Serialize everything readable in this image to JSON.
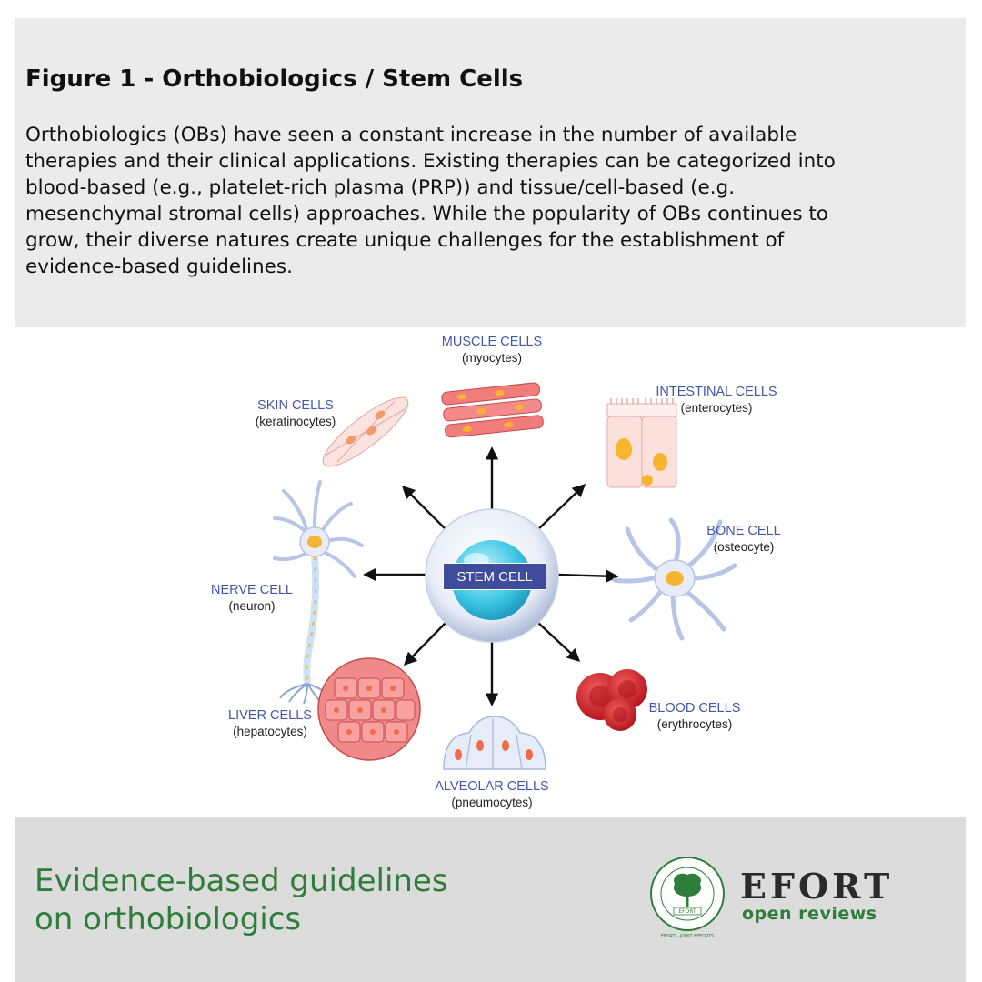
{
  "figure": {
    "title": "Figure 1 - Orthobiologics / Stem Cells",
    "description_lines": [
      "Orthobiologics (OBs) have seen a constant increase in the number of available",
      "therapies and their clinical applications. Existing therapies can be categorized into",
      "blood-based (e.g., platelet-rich plasma (PRP)) and tissue/cell-based (e.g.",
      "mesenchymal stromal cells) approaches. While the popularity of OBs continues to",
      "grow, their diverse natures create unique challenges for the establishment of",
      "evidence-based guidelines."
    ]
  },
  "diagram": {
    "center": "STEM CELL",
    "cells": {
      "muscle": {
        "name": "MUSCLE CELLS",
        "sub": "(myocytes)"
      },
      "skin": {
        "name": "SKIN CELLS",
        "sub": "(keratinocytes)"
      },
      "intestinal": {
        "name": "INTESTINAL CELLS",
        "sub": "(enterocytes)"
      },
      "bone": {
        "name": "BONE CELL",
        "sub": "(osteocyte)"
      },
      "nerve": {
        "name": "NERVE CELL",
        "sub": "(neuron)"
      },
      "liver": {
        "name": "LIVER CELLS",
        "sub": "(hepatocytes)"
      },
      "blood": {
        "name": "BLOOD CELLS",
        "sub": "(erythrocytes)"
      },
      "alveolar": {
        "name": "ALVEOLAR CELLS",
        "sub": "(pneumocytes)"
      }
    },
    "colors": {
      "label_blue": "#4656a8",
      "stem_label_bg": "#3f4c9c",
      "nucleus": "#f5b52e",
      "blood_red": "#c8151b"
    }
  },
  "footer": {
    "tagline_line1": "Evidence-based guidelines",
    "tagline_line2": "on orthobiologics",
    "brand": "EFORT",
    "brand_sub": "open reviews",
    "seal_text": "EFORT",
    "seal_caption": "EFORT - JOINT EFFORTS",
    "accent": "#2e7d3a"
  }
}
